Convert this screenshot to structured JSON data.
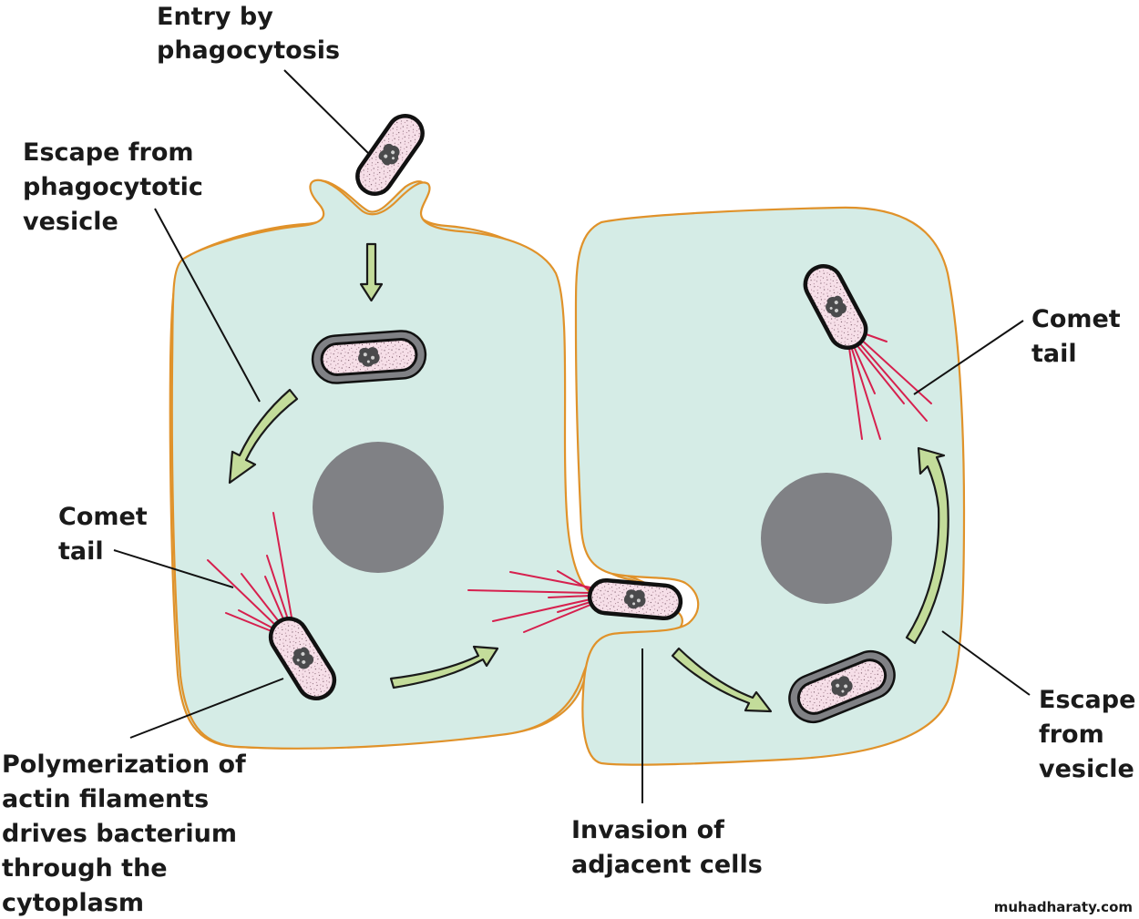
{
  "title": "Intracellular spread of bacteria by actin comet tails",
  "colors": {
    "cytoplasm": "#d5ece6",
    "membrane": "#e0922a",
    "nucleus": "#808185",
    "bacterium_fill": "#f6dfe8",
    "bacterium_outline": "#111111",
    "vesicle": "#808185",
    "nucleoid": "#4a4a4c",
    "actin_filament": "#d6204e",
    "arrow_fill": "#c3dc9a",
    "text": "#1a1a1a"
  },
  "labels": {
    "entry": [
      "Entry by",
      "phagocytosis"
    ],
    "escape_phagocytotic": [
      "Escape from",
      "phagocytotic",
      "vesicle"
    ],
    "comet_tail_left": [
      "Comet",
      "tail"
    ],
    "polymerization": [
      "Polymerization of",
      "actin filaments",
      "drives bacterium",
      "through the",
      "cytoplasm"
    ],
    "invasion": [
      "Invasion of",
      "adjacent cells"
    ],
    "comet_tail_right": [
      "Comet",
      "tail"
    ],
    "escape_vesicle": [
      "Escape",
      "from",
      "vesicle"
    ]
  },
  "watermark": "muhadharaty.com",
  "icons": {
    "bacterium": "rod-shaped bacterium",
    "nucleus": "cell nucleus",
    "arrow": "process-direction arrow",
    "actin": "actin filament comet tail"
  }
}
